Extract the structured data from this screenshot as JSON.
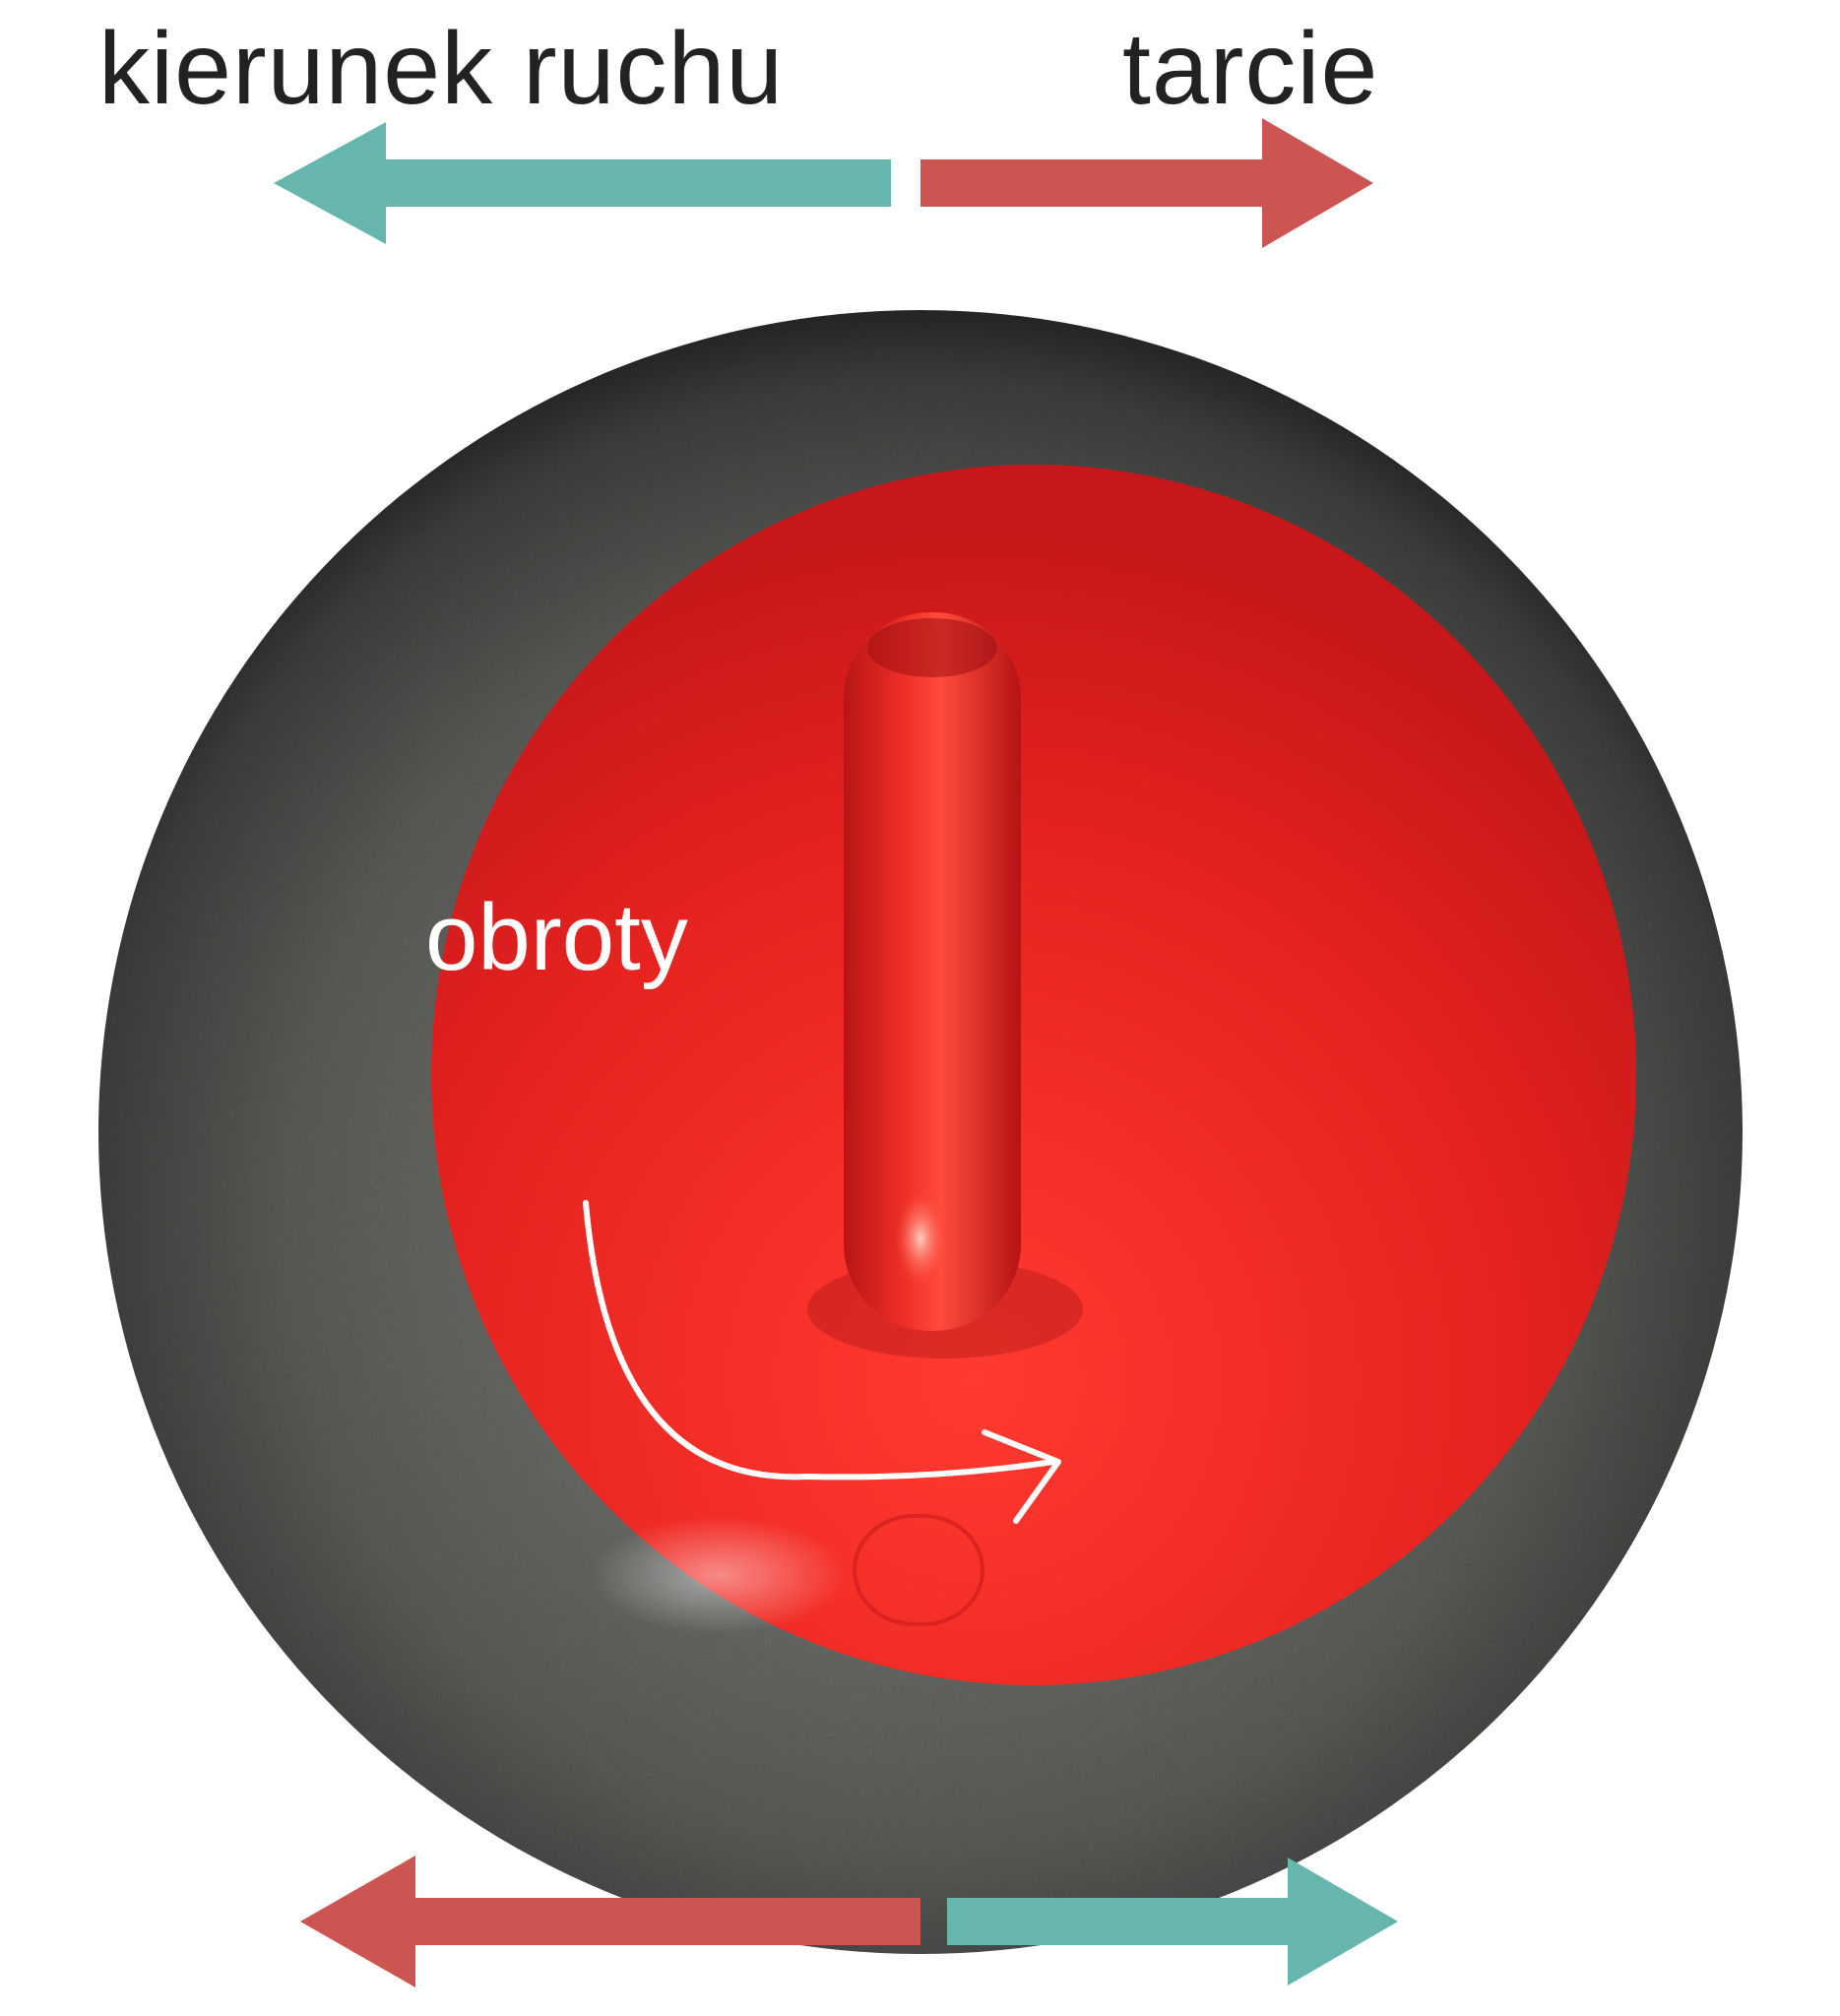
{
  "labels": {
    "motion_direction": "kierunek ruchu",
    "friction": "tarcie",
    "rotation": "obroty"
  },
  "colors": {
    "teal_arrow": "#66b6ad",
    "red_arrow": "#cc5552",
    "stone_red": "#e21f1f",
    "granite": "#5a5b58",
    "text_dark": "#222222",
    "text_light": "#ffffff"
  },
  "icons": {
    "curling_stone": "curling-stone-icon",
    "rotation_arrow": "curved-arrow-icon"
  }
}
